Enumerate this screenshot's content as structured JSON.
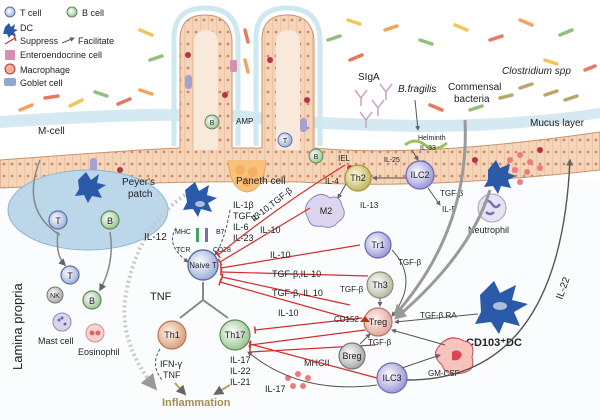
{
  "legend": {
    "t_cell": "T cell",
    "b_cell": "B cell",
    "dc": "DC",
    "suppress": "Suppress",
    "facilitate": "Facilitate",
    "enteroendocrine": "Enteroendocrine cell",
    "macrophage": "Macrophage",
    "goblet": "Goblet cell"
  },
  "regions": {
    "lamina_propria": "Lamina propria",
    "mucus_layer": "Mucus layer",
    "peyers_patch_1": "Peyer's",
    "peyers_patch_2": "patch",
    "m_cell": "M-cell",
    "paneth_cell": "Paneth cell",
    "amp": "AMP"
  },
  "microbes": {
    "siga": "SIgA",
    "b_fragilis": "B.fragilis",
    "commensal_1": "Commensal",
    "commensal_2": "bacteria",
    "clostridium": "Clostridium spp",
    "helminth": "Helminth"
  },
  "cells": {
    "t": "T",
    "b": "B",
    "nk": "NK",
    "mast_cell": "Mast cell",
    "eosinophil": "Eosinophil",
    "naive_t": "Naive T",
    "mhc": "MHC",
    "tcr": "TCR",
    "b7": "B7",
    "cd28": "CD28",
    "th1": "Th1",
    "th17": "Th17",
    "th2": "Th2",
    "ilc2": "ILC2",
    "m2": "M2",
    "tr1": "Tr1",
    "th3": "Th3",
    "treg": "Treg",
    "breg": "Breg",
    "ilc3": "ILC3",
    "cd103_dc": "CD103⁺DC",
    "neutrophil": "Neutrophil",
    "iel": "IEL"
  },
  "cytokines": {
    "il1b": "IL-1β",
    "tgfb_top": "TGF-β",
    "il6": "IL-6",
    "il23": "IL-23",
    "il12": "IL-12",
    "il10_tgfb_iel": "IL-10,TGF-β",
    "il4": "IL-4",
    "il13": "IL-13",
    "il25": "IL-25",
    "il33": "IL-33",
    "il5": "IL-5",
    "tgfb_dc": "TGF-β",
    "il10_a": "IL-10",
    "il10_b": "IL-10",
    "tgfb_il10_a": "TGF-β,IL-10",
    "tgfb_il10_b": "TGF-β, IL 10",
    "il10_c": "IL-10",
    "tgfb_tr1": "TGF-β",
    "tgfb_th3": "TGF-β",
    "cd152": "CD152",
    "tgfb_breg": "TGF-β",
    "tgfb_ra": "TGF-β RA",
    "gm_csf": "GM-CSF",
    "il22_right": "IL-22",
    "mhcii": "MHCII",
    "il17_ilc3": "IL-17",
    "tnf_left": "TNF",
    "ifng": "IFN-γ",
    "tnf_th1": "TNF",
    "il17": "IL-17",
    "il22": "IL-22",
    "il21": "IL-21",
    "inflammation": "Inflammation"
  },
  "colors": {
    "suppress": "#d62c2c",
    "facilitate": "#555555",
    "t_cell": "#b9c7e6",
    "b_cell": "#b8d8b0",
    "dc": "#2b5aa8",
    "epithelium": "#f3c9a8",
    "mucus": "#cfe7ef",
    "peyers": "#bcd6ea",
    "inflammation": "#a48f50"
  }
}
